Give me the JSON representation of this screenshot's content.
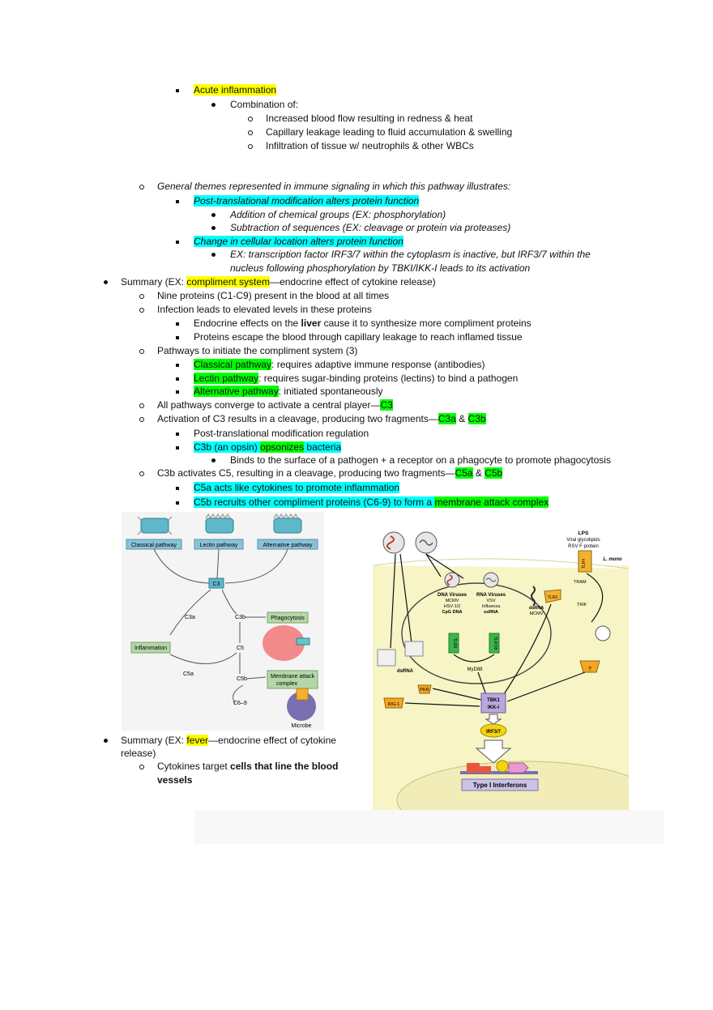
{
  "acute": {
    "title": "Acute inflammation",
    "combo": "Combination of:",
    "items": [
      "Increased blood flow resulting in redness & heat",
      "Capillary leakage leading to fluid accumulation & swelling",
      "Infiltration of tissue w/ neutrophils & other WBCs"
    ]
  },
  "themes": {
    "intro": "General themes represented in immune signaling in which this pathway illustrates:",
    "ptm": "Post-translational modification alters protein function",
    "ptm_items": [
      "Addition of chemical groups (EX: phosphorylation)",
      "Subtraction of sequences (EX: cleavage or protein via proteases)"
    ],
    "loc": "Change in cellular location alters protein function",
    "loc_ex1": "EX: transcription factor IRF3/7 within the cytoplasm is inactive, but IRF3/7 within the",
    "loc_ex2": "nucleus following phosphorylation by TBKI/IKK-I leads to its activation"
  },
  "compliment": {
    "pre": "Summary (EX: ",
    "hl": "compliment system",
    "post": "—endocrine effect of cytokine release)",
    "nine": "Nine proteins (C1-C9) present in the blood at all times",
    "infection": "Infection leads to elevated levels in these proteins",
    "endo_pre": "Endocrine effects on the ",
    "endo_bold": "liver",
    "endo_post": " cause it to synthesize more compliment proteins",
    "escape": "Proteins escape the blood through capillary leakage to reach inflamed tissue",
    "pathways": "Pathways to initiate the compliment system (3)",
    "classical_hl": "Classical pathway",
    "classical_rest": ": requires adaptive immune response (antibodies)",
    "lectin_hl": "Lectin pathway",
    "lectin_rest": ": requires sugar-binding proteins (lectins) to bind a pathogen",
    "alt_hl": "Alternative pathway",
    "alt_rest": ": initiated spontaneously",
    "converge": "All pathways converge to activate a central player—",
    "converge_hl": "C3",
    "act_c3": "Activation of C3 results in a cleavage, producing two fragments—",
    "c3a": "C3a",
    "amp": " & ",
    "c3b": "C3b",
    "ptm_reg": "Post-translational modification regulation",
    "opsin_a": "C3b (an opsin) ",
    "opsin_b": "opsonizes",
    "opsin_c": " bacteria",
    "binds": "Binds to the surface of a pathogen + a receptor on a phagocyte to promote phagocytosis",
    "c5_act": "C3b activates C5, resulting in a cleavage, producing two fragments—",
    "c5a": "C5a",
    "c5b": "C5b",
    "c5a_line": "C5a acts like cytokines to promote inflammation",
    "c5b_line": "C5b recruits other compliment proteins (C6-9) to form a ",
    "mac": "membrane attack complex"
  },
  "fever": {
    "pre": "Summary (EX: ",
    "hl": "fever",
    "post": "—endocrine effect of cytokine",
    "post2": "release)",
    "target1_pre": "Cytokines target ",
    "target1_bold": "cells that line the blood",
    "target2_bold": "vessels"
  },
  "diagram_left": {
    "classical": "Classical pathway",
    "lectin": "Lectin pathway",
    "alternative": "Alternative pathway",
    "c3": "C3",
    "c3a": "C3a",
    "c3b": "C3b",
    "phago": "Phagocytosis",
    "inflam": "Inflammation",
    "c5": "C5",
    "c5a": "C5a",
    "c5b": "C5b",
    "mac1": "Membrane attack",
    "mac2": "complex",
    "c69": "C6–9",
    "microbe": "Microbe"
  },
  "diagram_right": {
    "lps1": "LPS",
    "lps2": "Viral glycolipids",
    "lps3": "RSV F protein",
    "lmono": "L. mono",
    "tlr4": "TLR4",
    "tram": "TRAM",
    "trif": "TRIF",
    "dna_v": "DNA Viruses",
    "mcmv": "MCMV",
    "hsv": "HSV-1/2",
    "cpg": "CpG DNA",
    "rna_v": "RNA Viruses",
    "vsv": "VSV",
    "influenza": "Influenza",
    "ssrna": "ssRNA",
    "dsrna": "dsRNA",
    "mcmv2": "MCMV",
    "tlr3": "TLR3",
    "tlr9": "TLR9",
    "tlr78": "TLR7/8",
    "myd88": "MyD88",
    "dsrna2": "dsRNA",
    "pkr": "PKR",
    "rig": "RIG-1",
    "q": "?",
    "tbk1": "TBK1",
    "ikki": "IKK-i",
    "irf": "IRF3/7",
    "typeI": "Type I Interferons"
  }
}
